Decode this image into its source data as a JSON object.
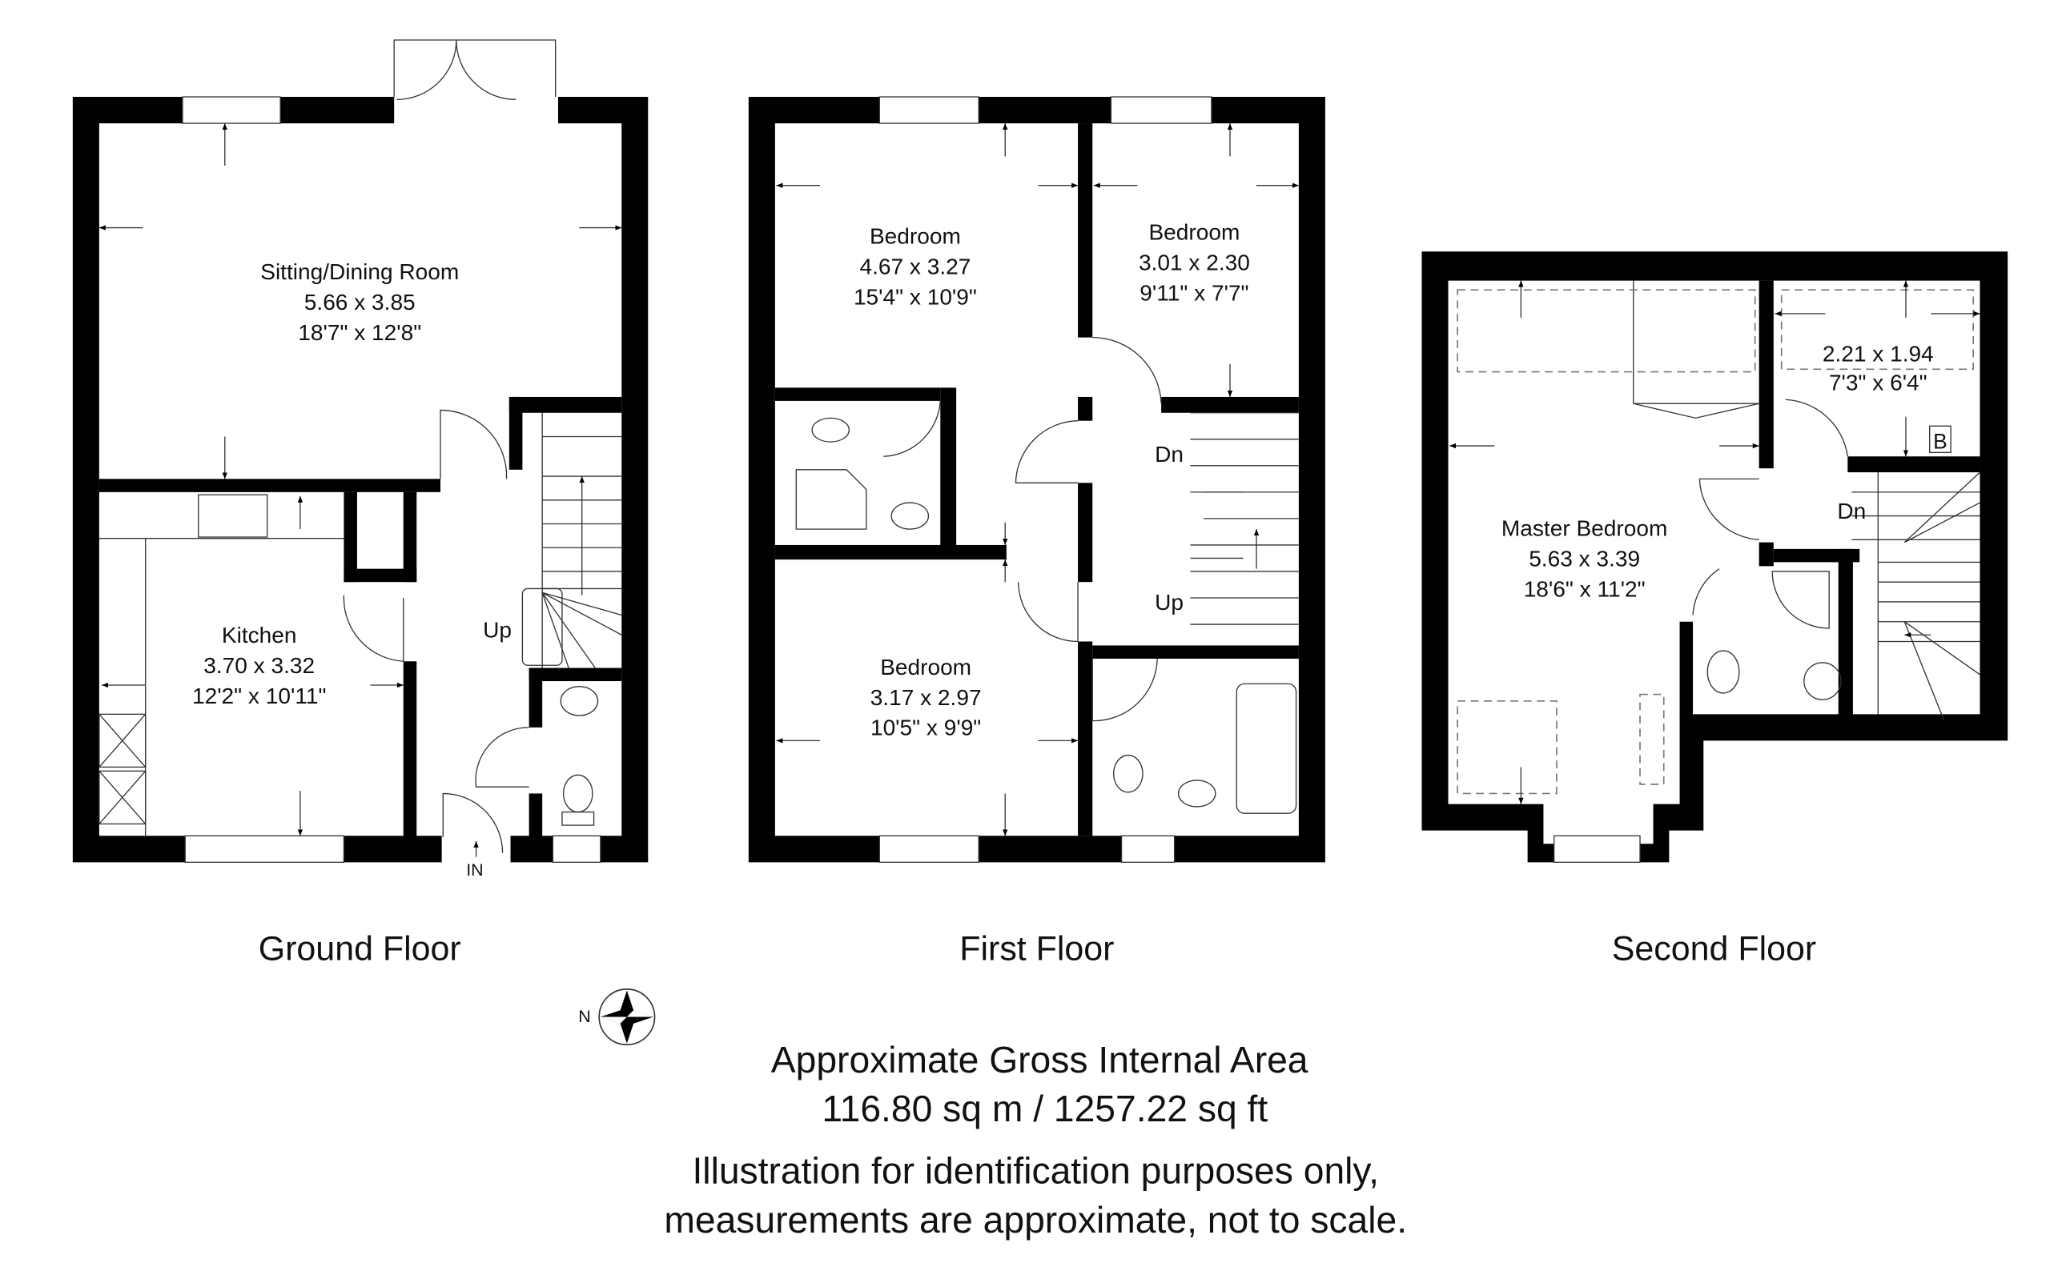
{
  "floors": [
    {
      "name": "Ground Floor",
      "rooms": [
        {
          "name": "Sitting/Dining Room",
          "metric": "5.66 x 3.85",
          "imperial": "18'7\" x 12'8\""
        },
        {
          "name": "Kitchen",
          "metric": "3.70 x 3.32",
          "imperial": "12'2\" x 10'11\""
        }
      ],
      "labels": {
        "stairs": "Up",
        "entrance": "IN"
      }
    },
    {
      "name": "First Floor",
      "rooms": [
        {
          "name": "Bedroom",
          "metric": "4.67 x 3.27",
          "imperial": "15'4\" x 10'9\""
        },
        {
          "name": "Bedroom",
          "metric": "3.01 x 2.30",
          "imperial": "9'11\" x 7'7\""
        },
        {
          "name": "Bedroom",
          "metric": "3.17 x 2.97",
          "imperial": "10'5\" x 9'9\""
        }
      ],
      "labels": {
        "stairs_down": "Dn",
        "stairs_up": "Up"
      }
    },
    {
      "name": "Second Floor",
      "rooms": [
        {
          "name": "Master Bedroom",
          "metric": "5.63 x 3.39",
          "imperial": "18'6\" x 11'2\""
        },
        {
          "name": "",
          "metric": "2.21 x 1.94",
          "imperial": "7'3\" x 6'4\""
        }
      ],
      "labels": {
        "stairs_down": "Dn",
        "boiler": "B"
      }
    }
  ],
  "compass": {
    "label": "N"
  },
  "footer": {
    "area_title": "Approximate Gross Internal Area",
    "area_value": "116.80 sq m / 1257.22 sq ft",
    "disclaimer_1": "Illustration for identification purposes only,",
    "disclaimer_2": "measurements are approximate, not to scale."
  }
}
